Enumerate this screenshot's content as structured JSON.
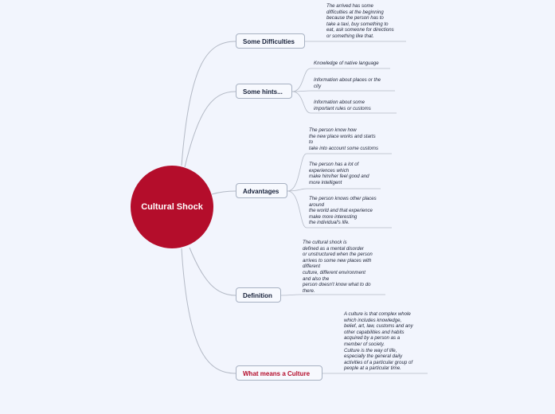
{
  "central": {
    "label": "Cultural Shock",
    "color": "#b40d2b"
  },
  "colors": {
    "line": "#b4bac6",
    "topic_border": "#a7b1c2",
    "accent": "#b40d2b"
  },
  "topics": [
    {
      "label": "Some Difficulties",
      "notes": [
        "The arrived has some\ndifficulties at the beginning\nbecause the person has to\ntake a taxi, buy something to\neat, ask someone for directions\nor something like that."
      ]
    },
    {
      "label": "Some hints...",
      "notes": [
        "Knowledge of native language",
        "Information about places or the\ncity",
        "Information about some\nimportant rules or customs"
      ]
    },
    {
      "label": "Advantages",
      "notes": [
        "The person know how\nthe new place works and starts\nto\ntake into account some customs",
        "The person has a lot of\nexperiences which\nmake him/her feel good and\nmore intelligent",
        "The person knows other places\naround\nthe world and that experience\nmake more interesting\nthe individual's life."
      ]
    },
    {
      "label": "Definition",
      "notes": [
        "The cultural shock is\ndefined as a mental disorder\nor unstructured when the person\narrives to some new places with\ndifferent\nculture, different environment\nand also the\nperson doesn't know what to do\nthere."
      ]
    },
    {
      "label": "What means a Culture",
      "notes": [
        "A culture is that complex whole\nwhich includes knowledge,\nbelief, art, law, customs and any\nother capabilities and habits\nacquired by a person as a\nmember of society.\nCulture is the way of life,\nespecially the general daily\nactivities of a particular group of\npeople at a particular time."
      ]
    }
  ]
}
